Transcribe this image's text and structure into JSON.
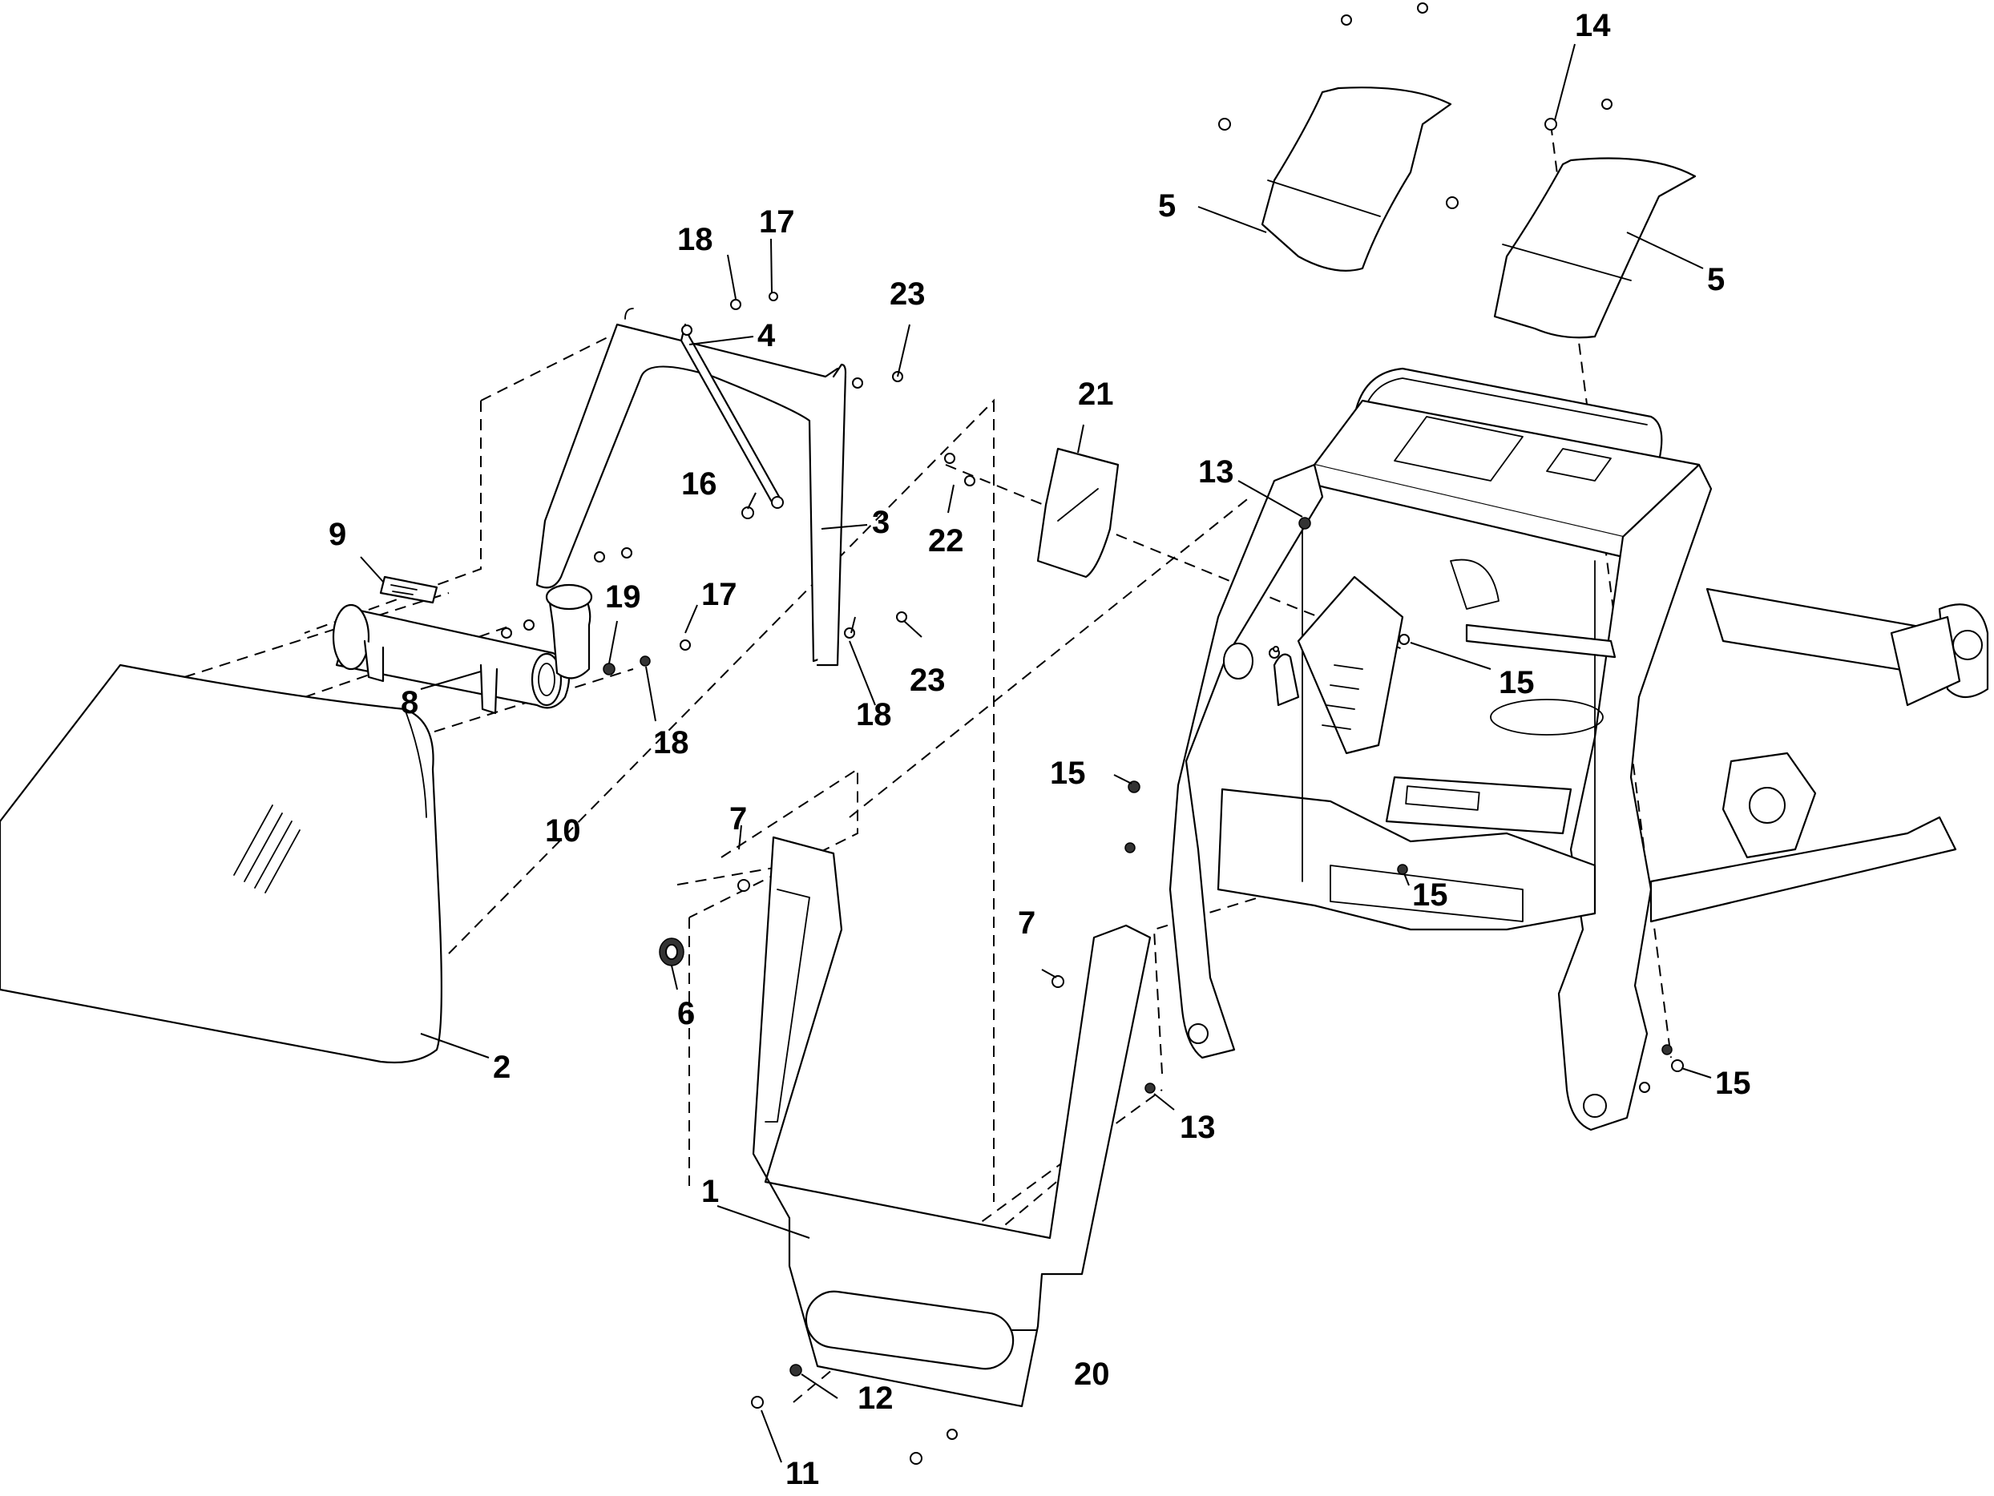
{
  "colors": {
    "line": "#000000",
    "background": "#ffffff"
  },
  "callouts": {
    "c1": "1",
    "c2": "2",
    "c3": "3",
    "c4": "4",
    "c5a": "5",
    "c5b": "5",
    "c6": "6",
    "c7a": "7",
    "c7b": "7",
    "c8": "8",
    "c9": "9",
    "c10": "10",
    "c11": "11",
    "c12": "12",
    "c13a": "13",
    "c13b": "13",
    "c14": "14",
    "c15a": "15",
    "c15b": "15",
    "c15c": "15",
    "c15d": "15",
    "c16": "16",
    "c17a": "17",
    "c17b": "17",
    "c18a": "18",
    "c18b": "18",
    "c18c": "18",
    "c19": "19",
    "c20": "20",
    "c21": "21",
    "c22": "22",
    "c23a": "23",
    "c23b": "23"
  }
}
